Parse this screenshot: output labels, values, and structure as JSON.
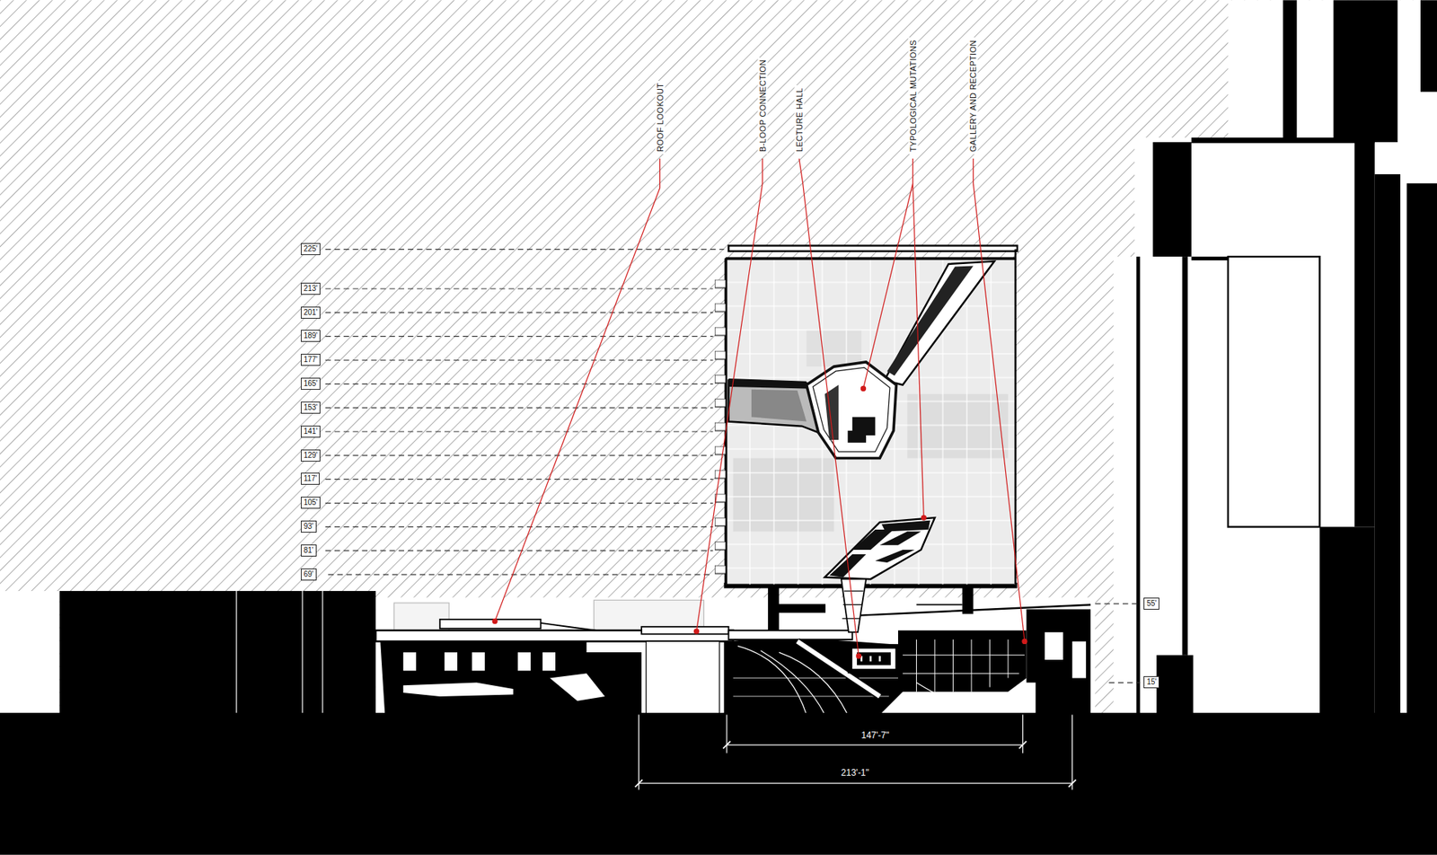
{
  "diagram": {
    "nodes": [
      {
        "text": [
          "225'"
        ]
      },
      {
        "text": [
          "213'"
        ]
      },
      {
        "text": [
          "201'"
        ]
      },
      {
        "text": [
          "189'"
        ]
      },
      {
        "text": [
          "177'"
        ]
      },
      {
        "text": [
          "165'"
        ]
      },
      {
        "text": [
          "153'"
        ]
      },
      {
        "text": [
          "141'"
        ]
      },
      {
        "text": [
          "129'"
        ]
      },
      {
        "text": [
          "117'"
        ]
      },
      {
        "text": [
          "105'"
        ]
      },
      {
        "text": [
          "93'"
        ]
      },
      {
        "text": [
          "81'"
        ]
      },
      {
        "text": [
          "69'"
        ]
      },
      {
        "text": [
          "55'"
        ]
      },
      {
        "text": [
          "15'"
        ]
      }
    ],
    "labels": [
      "ROOF LOOKOUT",
      "B-LOOP CONNECTION",
      "LECTURE HALL",
      "TYPOLOGICAL MUTATIONS",
      "GALLERY AND RECEPTION",
      "147'-7\"",
      "213'-1\""
    ]
  }
}
